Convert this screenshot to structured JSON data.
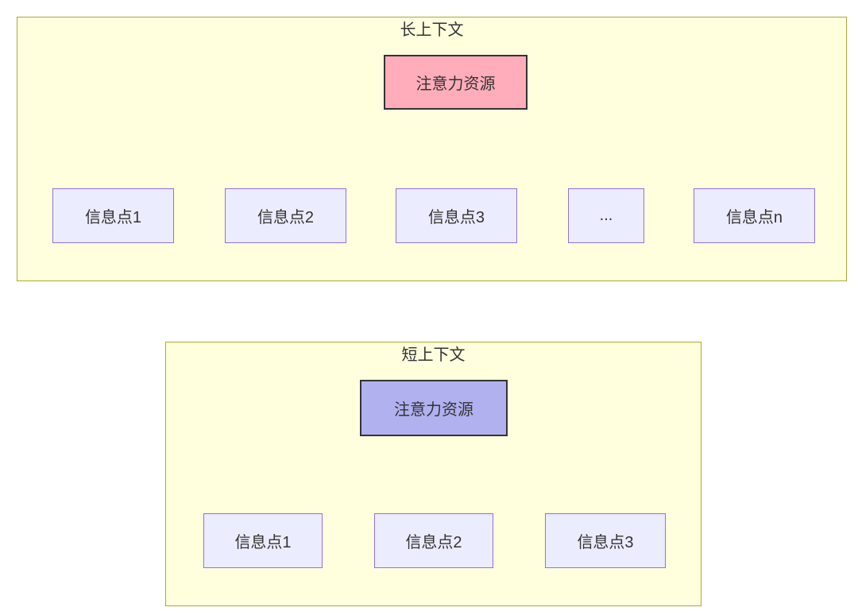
{
  "diagrams": [
    {
      "title": "长上下文",
      "source_node": {
        "label": "注意力资源",
        "fill": "#ffadbb"
      },
      "target_nodes": [
        {
          "label": "信息点1"
        },
        {
          "label": "信息点2"
        },
        {
          "label": "信息点3"
        },
        {
          "label": "..."
        },
        {
          "label": "信息点n"
        }
      ]
    },
    {
      "title": "短上下文",
      "source_node": {
        "label": "注意力资源",
        "fill": "#b1b1ef"
      },
      "target_nodes": [
        {
          "label": "信息点1"
        },
        {
          "label": "信息点2"
        },
        {
          "label": "信息点3"
        }
      ]
    }
  ],
  "colors": {
    "page_background": "#ffffff",
    "container_fill": "#ffffde",
    "container_border": "#aaaa33",
    "node_fill": "#ececff",
    "node_border": "#9370db",
    "source_node_border": "#333333",
    "edge": "#333333",
    "text": "#333333"
  }
}
